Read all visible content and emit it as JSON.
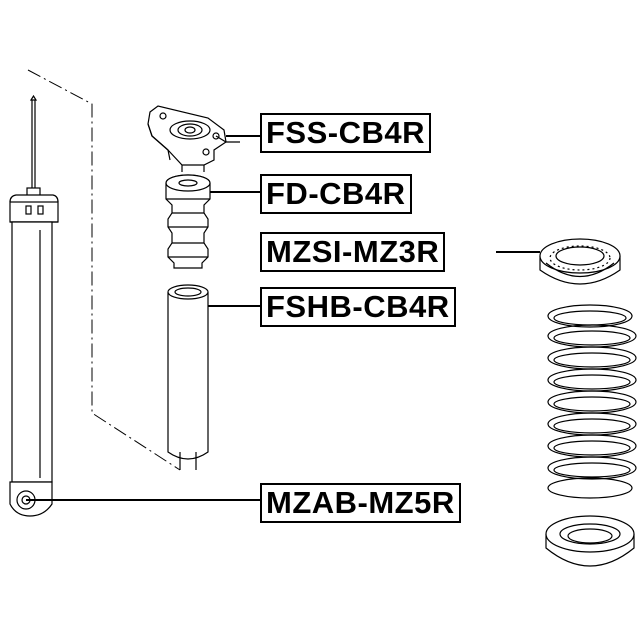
{
  "parts": [
    {
      "id": "fss",
      "code": "FSS-CB4R",
      "component": "strut-mount"
    },
    {
      "id": "fd",
      "code": "FD-CB4R",
      "component": "bump-stop"
    },
    {
      "id": "mzsi",
      "code": "MZSI-MZ3R",
      "component": "spring-insulator"
    },
    {
      "id": "fshb",
      "code": "FSHB-CB4R",
      "component": "dust-boot"
    },
    {
      "id": "mzab",
      "code": "MZAB-MZ5R",
      "component": "shock-bushing"
    }
  ],
  "colors": {
    "line": "#000000",
    "background": "#ffffff"
  }
}
